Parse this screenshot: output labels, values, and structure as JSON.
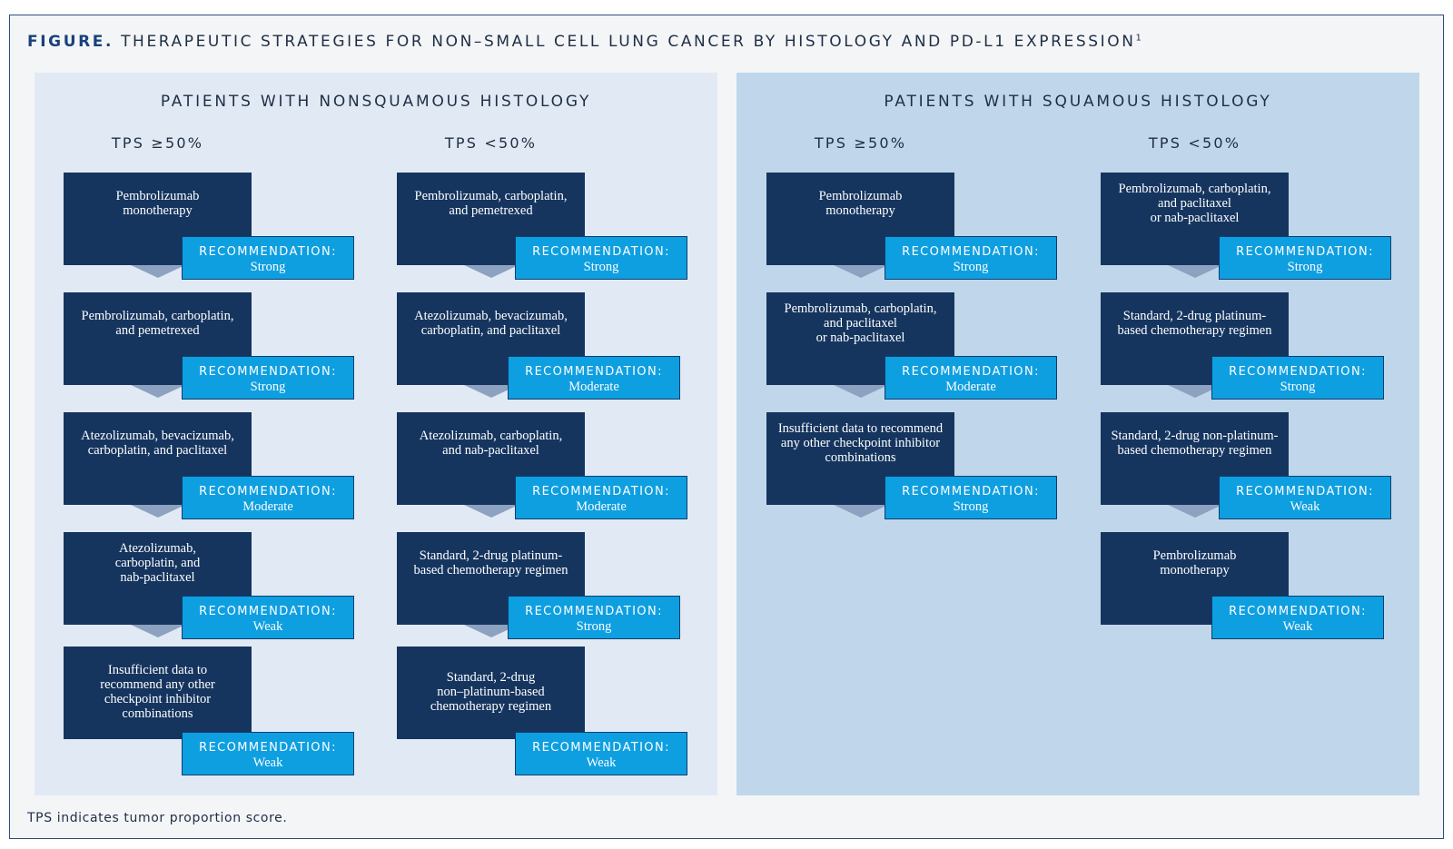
{
  "figure": {
    "label": "FIGURE.",
    "title": "THERAPEUTIC STRATEGIES FOR NON–SMALL CELL LUNG CANCER BY HISTOLOGY AND PD-L1 EXPRESSION",
    "superscript": "1",
    "footnote": "TPS indicates tumor proportion score."
  },
  "recommendation_label": "RECOMMENDATION:",
  "panels": {
    "nonsquamous": {
      "title": "PATIENTS WITH NONSQUAMOUS HISTOLOGY",
      "tps_high": {
        "heading": "TPS ≥50%",
        "items": [
          {
            "text": "Pembrolizumab\nmonotherapy",
            "rec": "Strong"
          },
          {
            "text": "Pembrolizumab, carboplatin,\nand pemetrexed",
            "rec": "Strong"
          },
          {
            "text": "Atezolizumab, bevacizumab,\ncarboplatin, and paclitaxel",
            "rec": "Moderate"
          },
          {
            "text": "Atezolizumab,\ncarboplatin, and\nnab-paclitaxel",
            "rec": "Weak"
          },
          {
            "text": "Insufficient data to\nrecommend any other\ncheckpoint inhibitor\ncombinations",
            "rec": "Weak"
          }
        ]
      },
      "tps_low": {
        "heading": "TPS <50%",
        "items": [
          {
            "text": "Pembrolizumab, carboplatin,\nand pemetrexed",
            "rec": "Strong"
          },
          {
            "text": "Atezolizumab, bevacizumab,\ncarboplatin, and paclitaxel",
            "rec": "Moderate"
          },
          {
            "text": "Atezolizumab, carboplatin,\nand nab-paclitaxel",
            "rec": "Moderate"
          },
          {
            "text": "Standard, 2-drug platinum-\nbased chemotherapy regimen",
            "rec": "Strong"
          },
          {
            "text": "Standard, 2-drug\nnon–platinum-based\nchemotherapy regimen",
            "rec": "Weak"
          }
        ]
      }
    },
    "squamous": {
      "title": "PATIENTS WITH SQUAMOUS HISTOLOGY",
      "tps_high": {
        "heading": "TPS ≥50%",
        "items": [
          {
            "text": "Pembrolizumab\nmonotherapy",
            "rec": "Strong"
          },
          {
            "text": "Pembrolizumab, carboplatin,\nand paclitaxel\nor nab-paclitaxel",
            "rec": "Moderate"
          },
          {
            "text": "Insufficient data to recommend\nany other checkpoint inhibitor\ncombinations",
            "rec": "Strong"
          }
        ]
      },
      "tps_low": {
        "heading": "TPS <50%",
        "items": [
          {
            "text": "Pembrolizumab, carboplatin,\nand paclitaxel\nor nab-paclitaxel",
            "rec": "Strong"
          },
          {
            "text": "Standard, 2-drug platinum-\nbased chemotherapy regimen",
            "rec": "Strong"
          },
          {
            "text": "Standard, 2-drug non-platinum-\nbased chemotherapy regimen",
            "rec": "Weak"
          },
          {
            "text": "Pembrolizumab\nmonotherapy",
            "rec": "Weak"
          }
        ]
      }
    }
  }
}
